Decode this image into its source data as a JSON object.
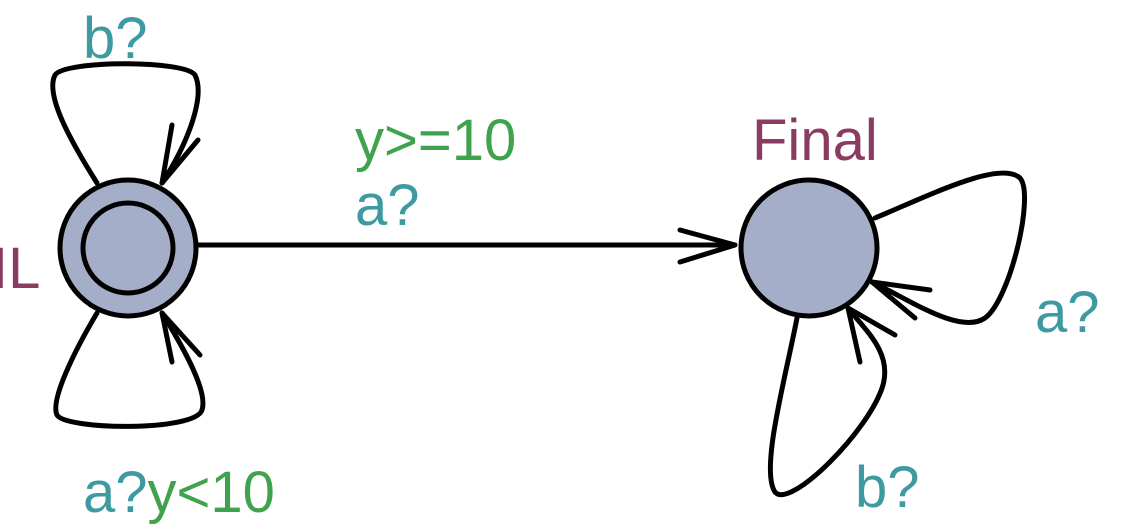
{
  "states": {
    "initial": {
      "name": "IL"
    },
    "final": {
      "name": "Final"
    }
  },
  "edges": {
    "il_to_final": {
      "guard": "y>=10",
      "sync": "a?"
    },
    "il_self_top": {
      "sync": "b?"
    },
    "il_self_bottom": {
      "sync": "a?",
      "guard": "y<10"
    },
    "final_self_right": {
      "sync": "a?"
    },
    "final_self_bottom": {
      "sync": "b?"
    }
  },
  "colors": {
    "state_fill": "#a5aec9",
    "state_name": "#8b3a62",
    "sync_label": "#3d9aa0",
    "guard_label": "#3fa34d"
  }
}
